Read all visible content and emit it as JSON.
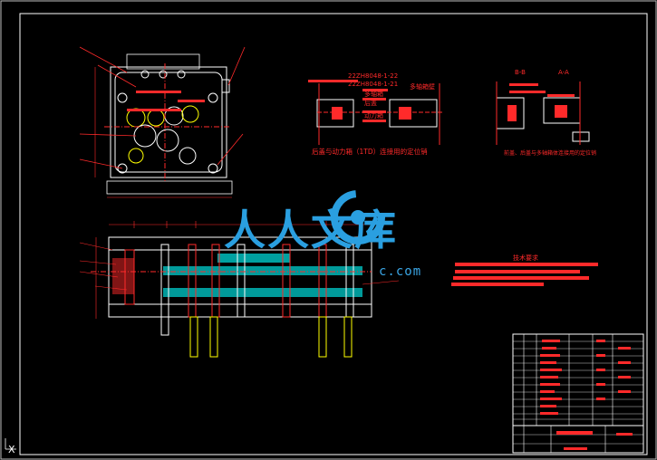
{
  "drawing": {
    "caption_center": "后盖与动力箱（1TD）连接用的定位销",
    "caption_right": "前盖、后盖与多轴箱体连接用的定位销",
    "section_label_left": "B-B",
    "section_label_right": "A-A",
    "part_code_1": "22ZH8048-1-22",
    "part_code_2": "22ZH8048-1-21",
    "tag_pin": "多轴箱壁",
    "tag_body": "多轴箱",
    "tag_cover": "后盖",
    "tag_power": "动力箱",
    "tech_req_title": "技术要求"
  },
  "watermark": {
    "text": "人人文库",
    "url": "c.com"
  },
  "colors": {
    "background": "#000000",
    "frame": "#ffffff",
    "primary": "#ff2a2a",
    "secondary": "#00e5e5",
    "accent": "#ffff00",
    "watermark": "#2a9fe0"
  },
  "ucs_icon": "ucs-axis-icon"
}
